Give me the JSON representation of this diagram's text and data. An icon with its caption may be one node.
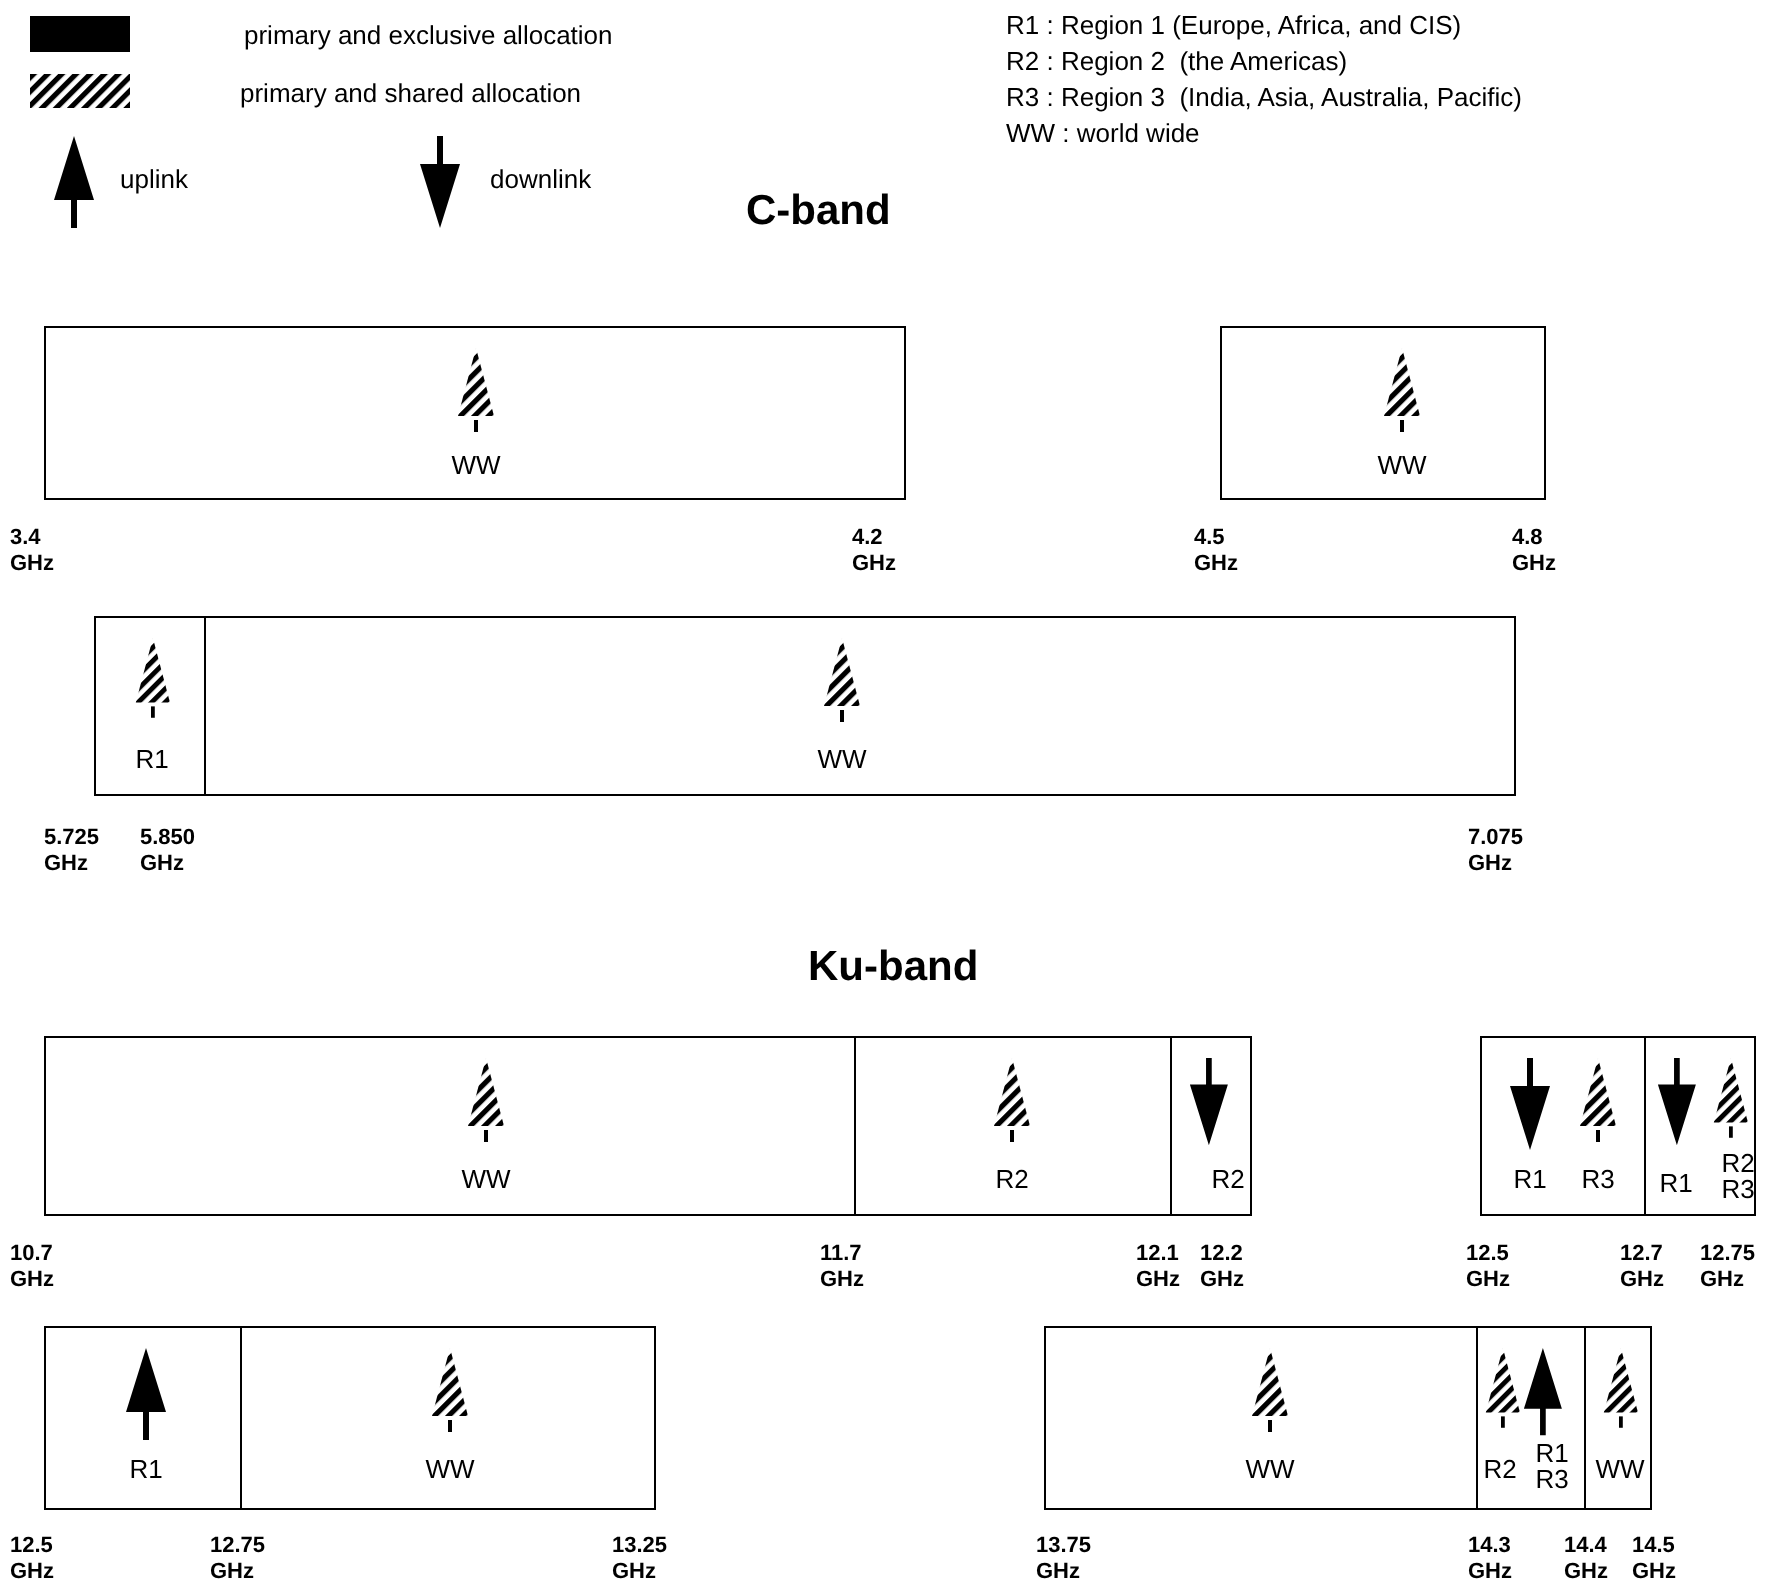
{
  "diagram": {
    "nodes": [
      {
        "text": [
          "WW"
        ]
      },
      {
        "text": [
          "WW"
        ]
      },
      {
        "text": [
          "R1"
        ]
      },
      {
        "text": [
          "WW"
        ]
      },
      {
        "text": [
          "WW"
        ]
      },
      {
        "text": [
          "R2"
        ]
      },
      {
        "text": [
          "R2"
        ]
      },
      {
        "text": [
          "R1",
          "R3"
        ]
      },
      {
        "text": [
          "R1",
          "R2 R3"
        ]
      },
      {
        "text": [
          "R1"
        ]
      },
      {
        "text": [
          "WW"
        ]
      },
      {
        "text": [
          "WW"
        ]
      },
      {
        "text": [
          "R2",
          "R1 R3"
        ]
      },
      {
        "text": [
          "WW"
        ]
      }
    ],
    "labels": [
      "R1 : Region 1 (Europe, Africa, and CIS)",
      "R2 : Region 2  (the Americas)",
      "R3 : Region 3  (India, Asia, Australia, Pacific)",
      "WW : world wide",
      "C-band",
      "3.4 GHz",
      "4.2 GHz",
      "4.5 GHz",
      "4.8 GHz",
      "5.725 GHz",
      "5.850 GHz",
      "7.075 GHz",
      "Ku-band",
      "10.7 GHz",
      "11.7 GHz",
      "12.1 GHz",
      "12.2 GHz",
      "12.5 GHz",
      "12.7 GHz",
      "12.75 GHz",
      "12.5 GHz",
      "12.75 GHz",
      "13.25 GHz",
      "13.75 GHz",
      "14.3 GHz",
      "14.4 GHz",
      "14.5 GHz"
    ],
    "legend": [
      {
        "text": "primary and exclusive allocation",
        "color": "#000000"
      },
      {
        "text": "primary and shared allocation"
      },
      {
        "text": "uplink"
      },
      {
        "text": "downlink"
      }
    ]
  }
}
